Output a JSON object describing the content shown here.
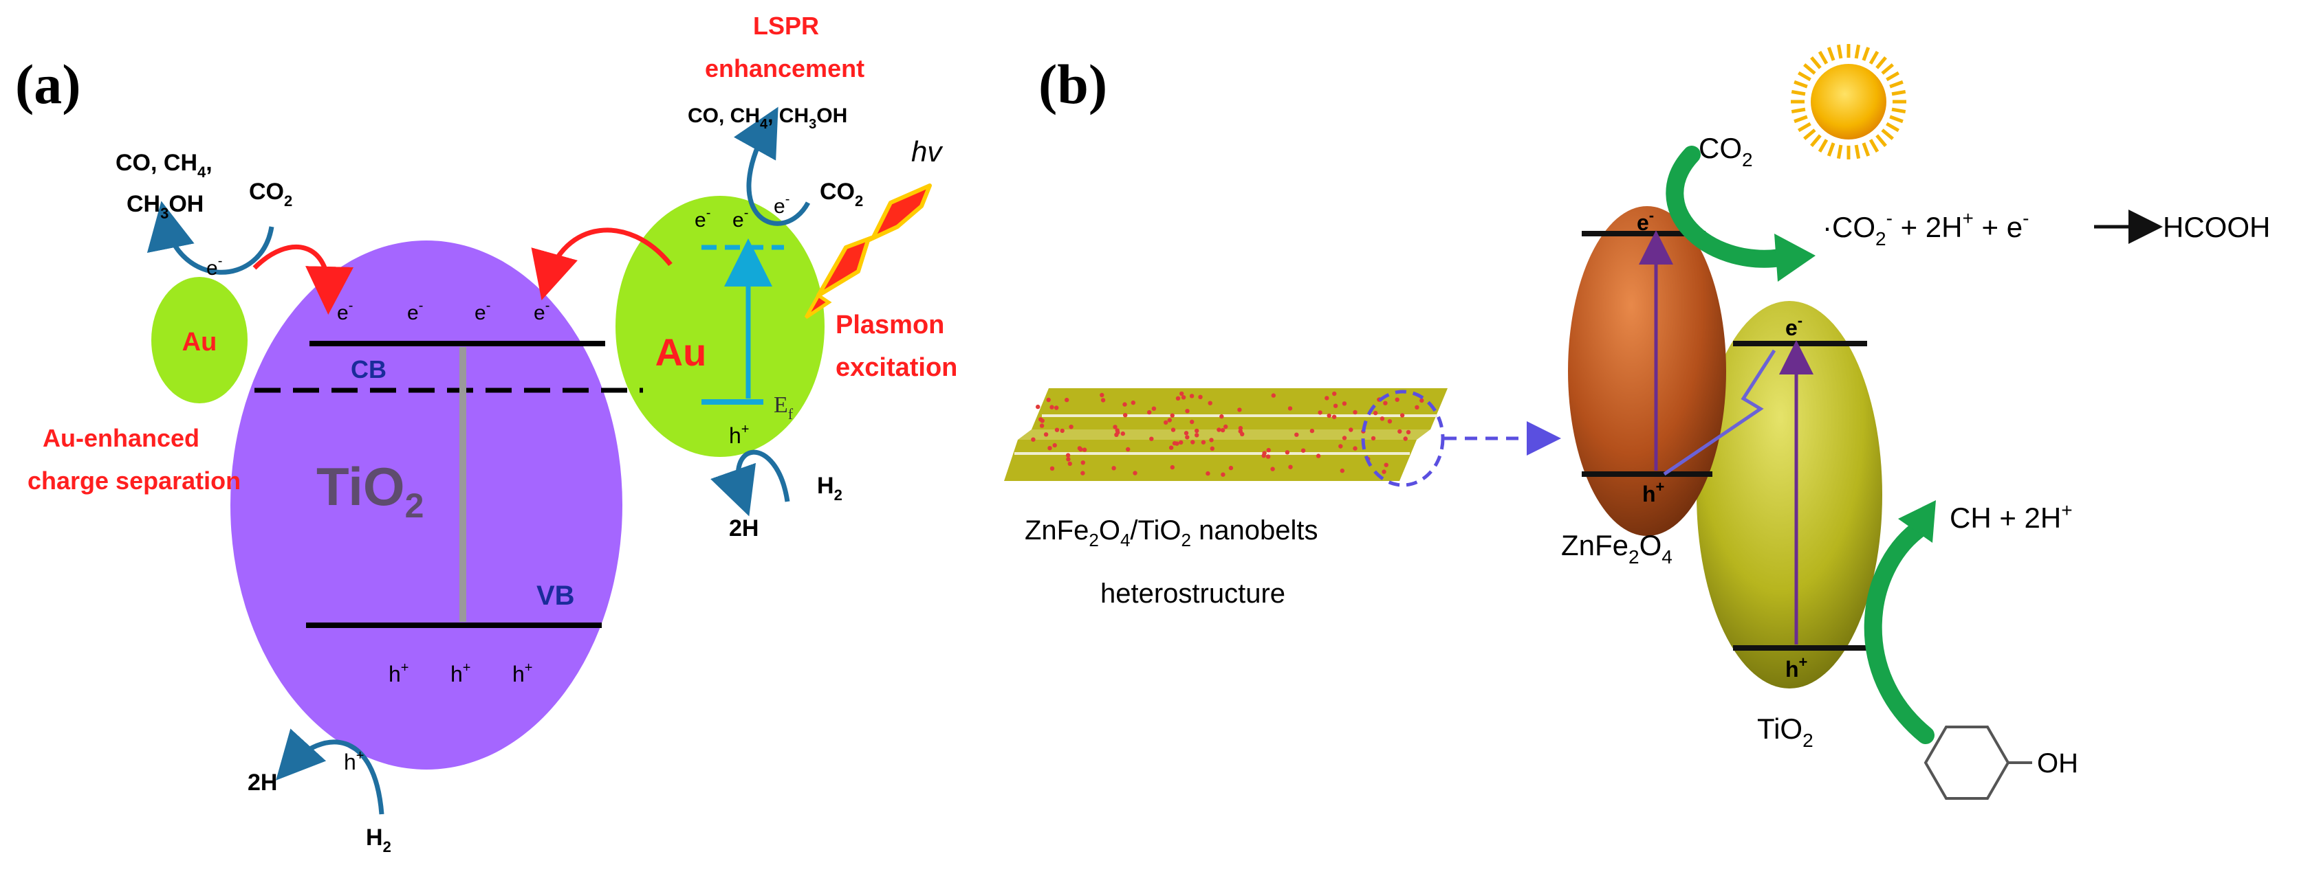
{
  "panel_a": {
    "label": "(a)",
    "tio2": "TiO",
    "tio2_sub": "2",
    "cb": "CB",
    "vb": "VB",
    "electron": "e",
    "electron_sup": "-",
    "hole": "h",
    "hole_sup": "+",
    "au_small": "Au",
    "au_large": "Au",
    "ef": "E",
    "ef_sub": "f",
    "au_enhanced_line1": "Au-enhanced",
    "au_enhanced_line2": "charge separation",
    "lspr_line1": "LSPR",
    "lspr_line2": "enhancement",
    "plasmon_line1": "Plasmon",
    "plasmon_line2": "excitation",
    "hv": "hv",
    "left_products_line1": "CO, CH",
    "left_products_line1_sub": "4",
    "left_products_line1_end": ",",
    "left_products_line2": "CH",
    "left_products_line2_sub": "3",
    "left_products_line2_end": "OH",
    "co2": "CO",
    "co2_sub": "2",
    "right_products_a": "CO, CH",
    "right_products_sub4": "4",
    "right_products_b": ", CH",
    "right_products_sub3": "3",
    "right_products_c": "OH",
    "two_h": "2H",
    "h2": "H",
    "h2_sub": "2"
  },
  "panel_b": {
    "label": "(b)",
    "co2": "CO",
    "co2_sub": "2",
    "reaction_a": "·CO",
    "reaction_sub": "2",
    "reaction_sup": "-",
    "reaction_b": " + 2H",
    "reaction_sup2": "+",
    "reaction_c": " + e",
    "reaction_sup3": "-",
    "reaction_product": "HCOOH",
    "nanobelt_label_a": "ZnFe",
    "nanobelt_sub1": "2",
    "nanobelt_label_b": "O",
    "nanobelt_sub2": "4",
    "nanobelt_label_c": "/TiO",
    "nanobelt_sub3": "2",
    "nanobelt_label_d": " nanobelts",
    "heterostructure": "heterostructure",
    "znfe_a": "ZnFe",
    "znfe_sub1": "2",
    "znfe_b": "O",
    "znfe_sub2": "4",
    "tio2": "TiO",
    "tio2_sub": "2",
    "ch_product_a": "CH + 2H",
    "ch_product_sup": "+",
    "oh": "OH",
    "e": "e",
    "e_sup": "-",
    "h": "h",
    "h_sup": "+"
  },
  "colors": {
    "tio2_purple": "#a566ff",
    "au_green": "#9ee81f",
    "label_red": "#ff1f1f",
    "band_blue": "#1a2c9a",
    "arrow_blue": "#1f6fa0",
    "level_cyan": "#12a8d8",
    "znfe_brown": "#b4501b",
    "tio2_olive": "#b7b51e",
    "green_arrow": "#17a34a"
  }
}
